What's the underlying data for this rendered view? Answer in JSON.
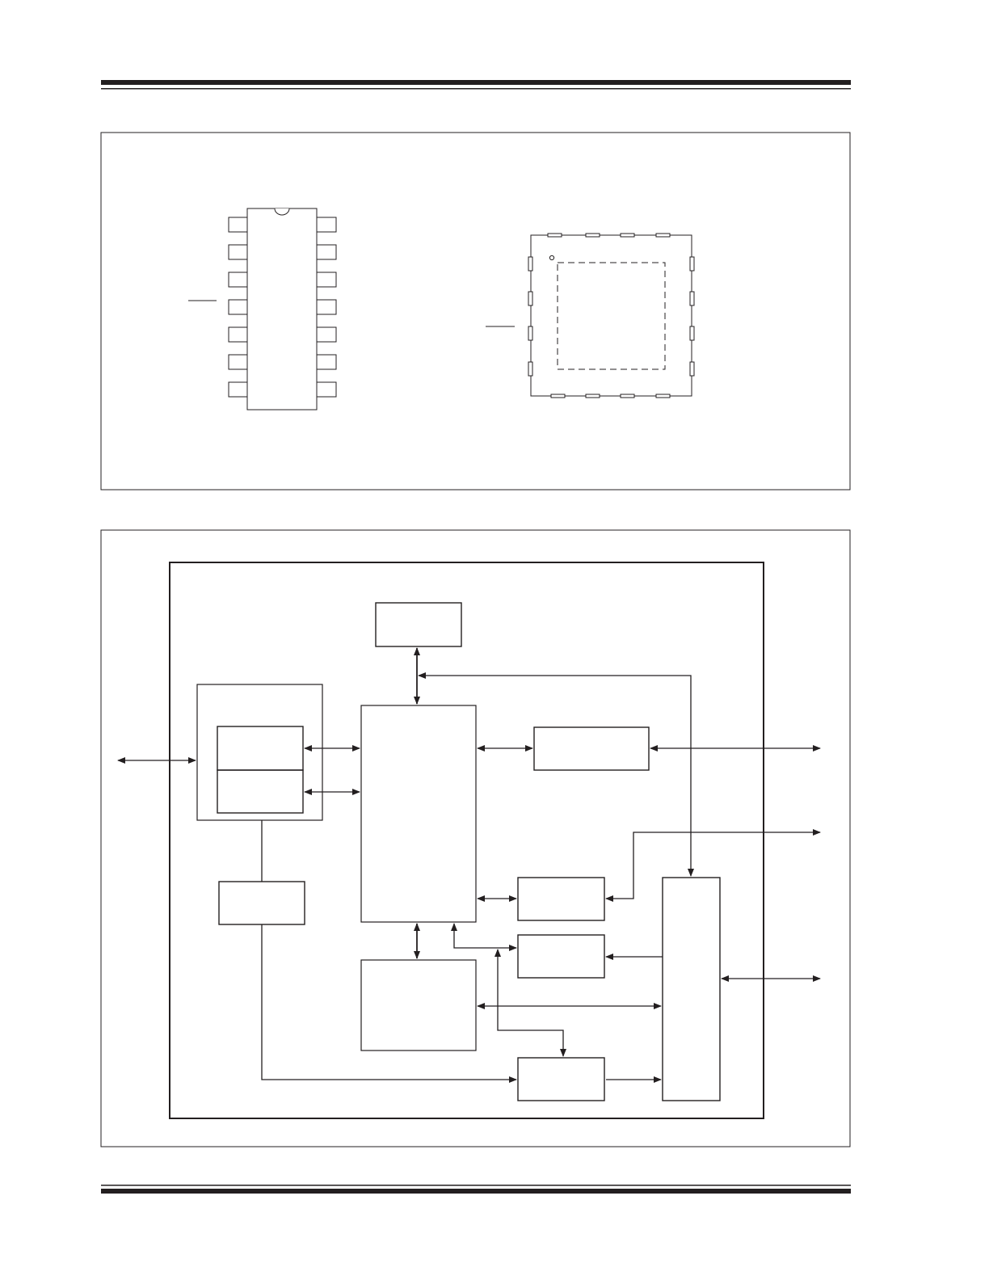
{
  "page": {
    "header_rule_color": "#231f20",
    "line_color": "#231f20"
  },
  "figure_pinout": {
    "dip_package": {
      "pins_per_side": 7
    },
    "qfn_package": {
      "pads_per_side": 4,
      "has_exposed_pad": true
    }
  },
  "figure_block_diagram": {
    "external_signal_count": 4
  }
}
